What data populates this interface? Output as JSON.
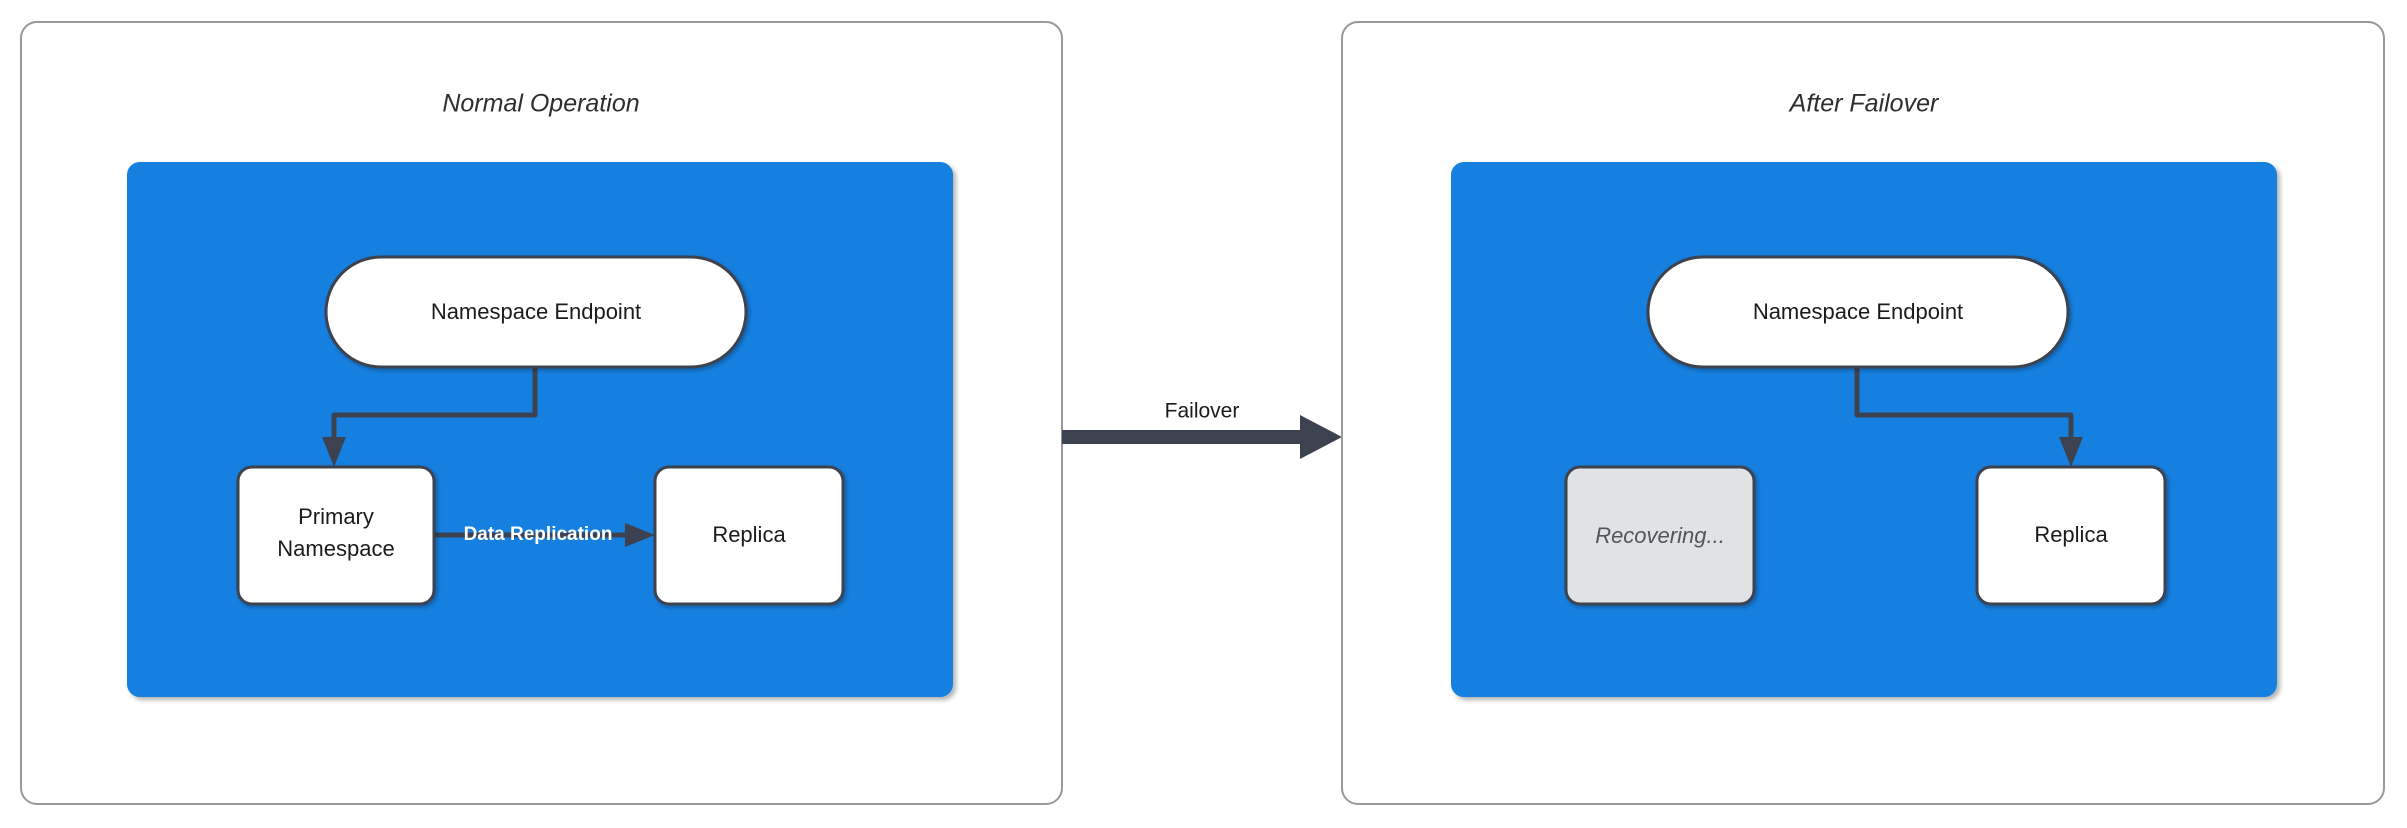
{
  "diagram": {
    "title_left": "Normal Operation",
    "title_right": "After Failover",
    "background_color": "#ffffff",
    "cluster_color": "#1580E0",
    "edge_color": "#3c4250",
    "node_fill": "#ffffff",
    "inactive_node_fill": "#e0e2e4",
    "panel_border_color": "#999999"
  },
  "left_panel": {
    "title": "Normal Operation",
    "nodes": {
      "endpoint": "Namespace Endpoint",
      "primary_line1": "Primary",
      "primary_line2": "Namespace",
      "replica": "Replica"
    },
    "edges": {
      "endpoint_to_primary_label": "",
      "replication_label": "Data Replication"
    }
  },
  "right_panel": {
    "title": "After Failover",
    "nodes": {
      "endpoint": "Namespace Endpoint",
      "recovering": "Recovering...",
      "replica": "Replica"
    },
    "edges": {
      "endpoint_to_replica_label": ""
    }
  },
  "transition": {
    "label": "Failover"
  }
}
